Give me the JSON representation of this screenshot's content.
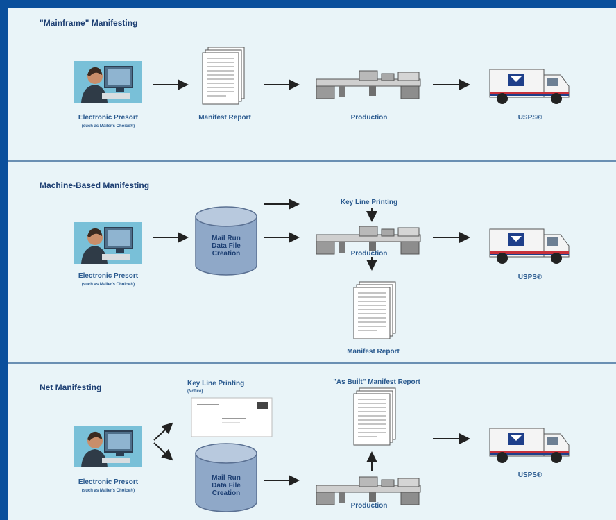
{
  "sections": [
    {
      "title": "\"Mainframe\" Manifesting",
      "presort_label": "Electronic Presort",
      "presort_sub": "(such as Mailer's Choice®)",
      "report_label": "Manifest Report",
      "production_label": "Production",
      "usps_label": "USPS®"
    },
    {
      "title": "Machine-Based Manifesting",
      "presort_label": "Electronic Presort",
      "presort_sub": "(such as Mailer's Choice®)",
      "datafile_label": "Mail Run Data File Creation",
      "keyline_label": "Key Line Printing",
      "production_label": "Production",
      "report_label": "Manifest Report",
      "usps_label": "USPS®"
    },
    {
      "title": "Net Manifesting",
      "presort_label": "Electronic Presort",
      "presort_sub": "(such as Mailer's Choice®)",
      "keyline_label": "Key Line Printing",
      "keyline_sub": "(Notice)",
      "as_built_label": "\"As Built\" Manifest Report",
      "datafile_label": "Mail Run Data File Creation",
      "production_label": "Production",
      "usps_label": "USPS®"
    }
  ],
  "icons": {
    "computer": "computer-user-icon",
    "report": "document-stack-icon",
    "database": "database-cylinder-icon",
    "production": "mail-inserter-machine-icon",
    "truck": "mail-truck-icon"
  },
  "colors": {
    "border": "#0a4f9c",
    "background": "#e9f4f8",
    "label": "#2a5a8f",
    "cylinder": "#8fa8c8"
  }
}
